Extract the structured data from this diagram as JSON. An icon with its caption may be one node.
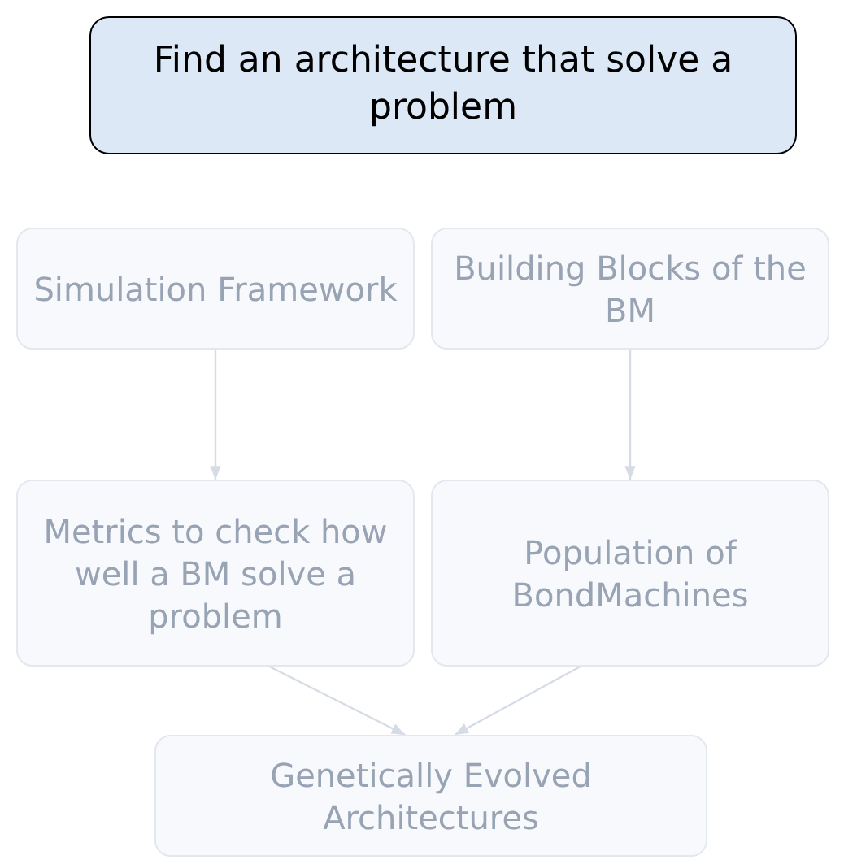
{
  "diagram": {
    "title": "Find an architecture that solve a problem",
    "nodes": [
      {
        "text": [
          "Simulation Framework"
        ]
      },
      {
        "text": [
          "Building Blocks of the BM"
        ]
      },
      {
        "text": [
          "Metrics to check how well a BM solve a problem"
        ]
      },
      {
        "text": [
          "Population of BondMachines"
        ]
      },
      {
        "text": [
          "Genetically Evolved Architectures"
        ]
      }
    ],
    "edges": [
      {
        "from": 0,
        "to": 2,
        "arrow": "to"
      },
      {
        "from": 1,
        "to": 3,
        "arrow": "to"
      },
      {
        "from": 2,
        "to": 4,
        "arrow": "to"
      },
      {
        "from": 3,
        "to": 4,
        "arrow": "to"
      }
    ]
  }
}
